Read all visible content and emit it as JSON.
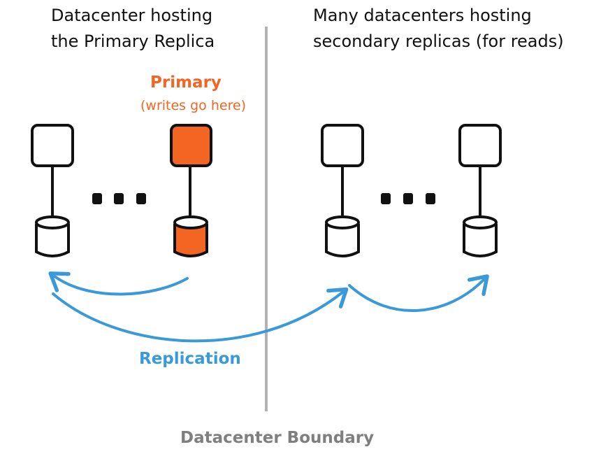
{
  "left_datacenter": {
    "heading_line1": "Datacenter hosting",
    "heading_line2": "the Primary Replica"
  },
  "right_datacenter": {
    "heading_line1": "Many datacenters hosting",
    "heading_line2": "secondary replicas (for reads)"
  },
  "primary": {
    "title": "Primary",
    "subtitle": "(writes go here)"
  },
  "replication_label": "Replication",
  "boundary_label": "Datacenter Boundary",
  "colors": {
    "primary": "#f26522",
    "replication": "#3a9ad9",
    "boundary": "#b3b3b3",
    "boundary_text": "#7f7f7f",
    "outline": "#111111"
  }
}
